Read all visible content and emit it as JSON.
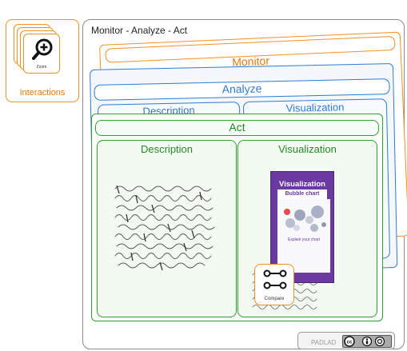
{
  "side_panel": {
    "icon_label": "Zoom",
    "label": "Interactions"
  },
  "main_panel": {
    "title": "Monitor - Analyze - Act"
  },
  "monitor": {
    "title": "Monitor"
  },
  "analyze": {
    "title": "Analyze",
    "col1": "Description",
    "col2": "Visualization"
  },
  "act": {
    "title": "Act",
    "col1": "Description",
    "col2": "Visualization"
  },
  "viz_thumb": {
    "title": "Visualization",
    "subtitle": "Bubble chart",
    "caption": "Explain your chart"
  },
  "compare": {
    "label": "Compare"
  },
  "license": {
    "text": "PADLAD"
  },
  "colors": {
    "monitor": "#f0901e",
    "analyze": "#2e7bd0",
    "act": "#2fa02f",
    "viz": "#6a3aa0"
  }
}
